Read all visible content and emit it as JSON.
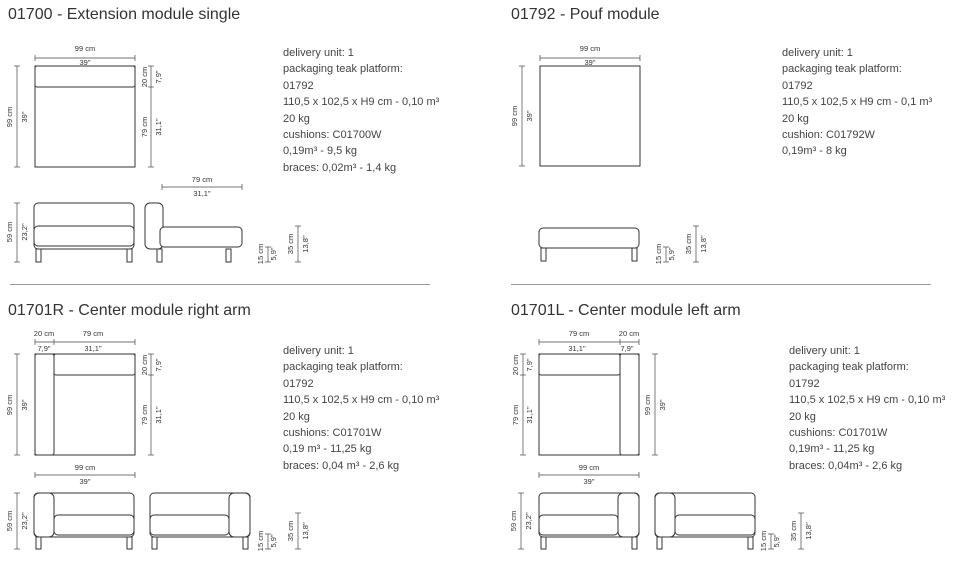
{
  "sections": [
    {
      "title": "01700 - Extension module single",
      "specs": [
        "delivery unit: 1",
        "packaging teak platform:",
        "01792",
        "110,5 x 102,5 x H9 cm - 0,10 m³",
        "20 kg",
        "cushions: C01700W",
        "0,19m³ - 9,5 kg",
        "braces: 0,02m³ - 1,4 kg"
      ],
      "dims": {
        "width_cm": "99 cm",
        "width_in": "39\"",
        "depth_cm": "99 cm",
        "depth_in": "39\"",
        "back_cm": "20 cm",
        "back_in": "7,9\"",
        "seat_cm": "79 cm",
        "seat_in": "31,1\"",
        "side_cm": "79 cm",
        "side_in": "31,1\"",
        "h_cm": "59 cm",
        "h_in": "23,2\"",
        "leg_cm": "15 cm",
        "leg_in": "5,9\"",
        "seat_h_cm": "35 cm",
        "seat_h_in": "13,8\""
      }
    },
    {
      "title": "01792 - Pouf module",
      "specs": [
        "delivery unit: 1",
        "packaging teak platform:",
        "01792",
        "110,5 x 102,5 x H9 cm - 0,1 m³",
        "20 kg",
        "cushion: C01792W",
        "0,19m³ - 8 kg"
      ],
      "dims": {
        "width_cm": "99 cm",
        "width_in": "39\"",
        "depth_cm": "99 cm",
        "depth_in": "39\"",
        "leg_cm": "15 cm",
        "leg_in": "5,9\"",
        "seat_h_cm": "35 cm",
        "seat_h_in": "13,8\""
      }
    },
    {
      "title": "01701R - Center module right arm",
      "specs": [
        "delivery unit: 1",
        "packaging teak platform:",
        "01792",
        "110,5 x 102,5 x H9 cm - 0,10 m³",
        "20 kg",
        "cushions: C01701W",
        "0,19 m³ - 11,25 kg",
        "braces: 0,04 m³ - 2,6 kg"
      ],
      "dims": {
        "arm_cm": "20 cm",
        "arm_in": "7,9\"",
        "inner_cm": "79 cm",
        "inner_in": "31,1\"",
        "depth_cm": "99 cm",
        "depth_in": "39\"",
        "back_cm": "20 cm",
        "back_in": "7,9\"",
        "seat_cm": "79 cm",
        "seat_in": "31,1\"",
        "width_cm": "99 cm",
        "width_in": "39\"",
        "h_cm": "59 cm",
        "h_in": "23,2\"",
        "leg_cm": "15 cm",
        "leg_in": "5,9\"",
        "seat_h_cm": "35 cm",
        "seat_h_in": "13,8\""
      }
    },
    {
      "title": "01701L - Center module left arm",
      "specs": [
        "delivery unit: 1",
        "packaging teak platform:",
        "01792",
        "110,5 x 102,5 x H9 cm - 0,10 m³",
        "20 kg",
        "cushions: C01701W",
        "0,19m³ - 11,25 kg",
        "braces: 0,04m³ - 2,6 kg"
      ],
      "dims": {
        "inner_cm": "79 cm",
        "inner_in": "31,1\"",
        "arm_cm": "20 cm",
        "arm_in": "7,9\"",
        "back_cm": "20 cm",
        "back_in": "7,9\"",
        "seat_cm": "79 cm",
        "seat_in": "31,1\"",
        "depth_cm": "99 cm",
        "depth_in": "39\"",
        "width_cm": "99 cm",
        "width_in": "39\"",
        "h_cm": "59 cm",
        "h_in": "23,2\"",
        "leg_cm": "15 cm",
        "leg_in": "5,9\"",
        "seat_h_cm": "35 cm",
        "seat_h_in": "13,8\""
      }
    }
  ]
}
